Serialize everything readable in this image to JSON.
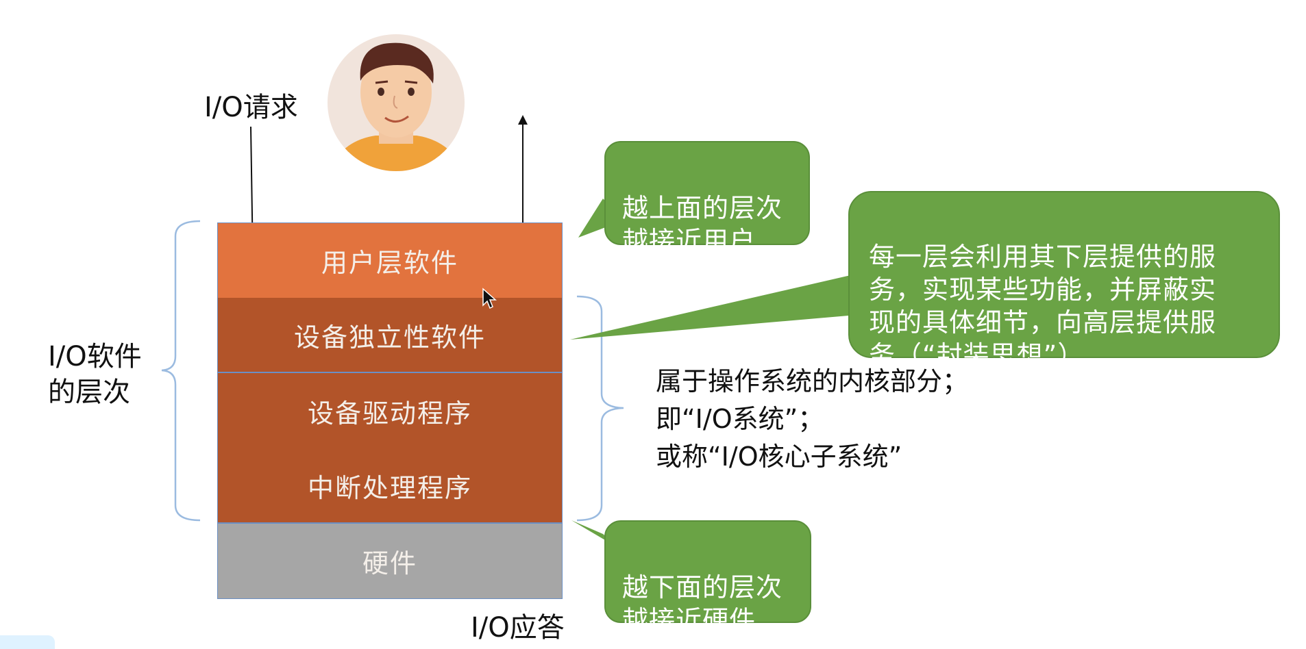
{
  "labels": {
    "io_request": "I/O请求",
    "io_response": "I/O应答",
    "io_software_layers": "I/O软件\n的层次"
  },
  "layers": [
    {
      "label": "用户层软件",
      "color": "#e2733e"
    },
    {
      "label": "设备独立性软件",
      "color": "#b25429"
    },
    {
      "label": "设备驱动程序",
      "color": "#b25429"
    },
    {
      "label": "中断处理程序",
      "color": "#b25429"
    },
    {
      "label": "硬件",
      "color": "#a6a6a6"
    }
  ],
  "callouts": {
    "upper": "越上面的层次\n越接近用户",
    "service": "每一层会利用其下层提供的服\n务，实现某些功能，并屏蔽实\n现的具体细节，向高层提供服\n务（“封装思想”）",
    "lower": "越下面的层次\n越接近硬件"
  },
  "kernel_note": [
    "属于操作系统的内核部分；",
    "即“I/O系统”；",
    "或称“I/O核心子系统”"
  ],
  "colors": {
    "callout_fill": "#6aa345",
    "callout_border": "#5a8f3a",
    "brace": "#9bbbe0",
    "arrow": "#111111"
  }
}
